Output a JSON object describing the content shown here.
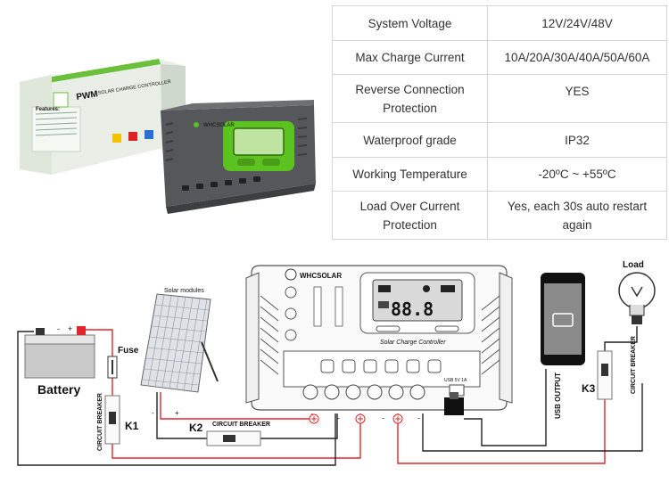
{
  "product": {
    "box_brand": "PWM",
    "box_title": "SOLAR CHARGE CONTROLLER",
    "box_features_title": "Features:",
    "device_brand": "WHCSOLAR",
    "colors": {
      "accent": "#5cc21f",
      "body": "#55575a"
    }
  },
  "specs": [
    {
      "key": "System Voltage",
      "value": "12V/24V/48V"
    },
    {
      "key": "Max Charge Current",
      "value": "10A/20A/30A/40A/50A/60A"
    },
    {
      "key": "Reverse Connection Protection",
      "value": "YES"
    },
    {
      "key": "Waterproof grade",
      "value": "IP32"
    },
    {
      "key": "Working Temperature",
      "value": "-20ºC ~ +55ºC"
    },
    {
      "key": "Load Over Current Protection",
      "value": "Yes, each 30s auto restart again"
    }
  ],
  "diagram": {
    "controller_brand": "WHCSOLAR",
    "controller_caption": "Solar Charge Controller",
    "lcd_digits": "88.8",
    "solar_label": "Solar modules",
    "battery_label": "Battery",
    "fuse_label": "Fuse",
    "k1_label": "K1",
    "k2_label": "K2",
    "k3_label": "K3",
    "breaker_label": "CIRCUIT BREAKER",
    "usb_label": "USB OUTPUT",
    "usb_port_label": "USB 5V 1A",
    "load_label": "Load",
    "plus": "+",
    "minus": "-"
  }
}
